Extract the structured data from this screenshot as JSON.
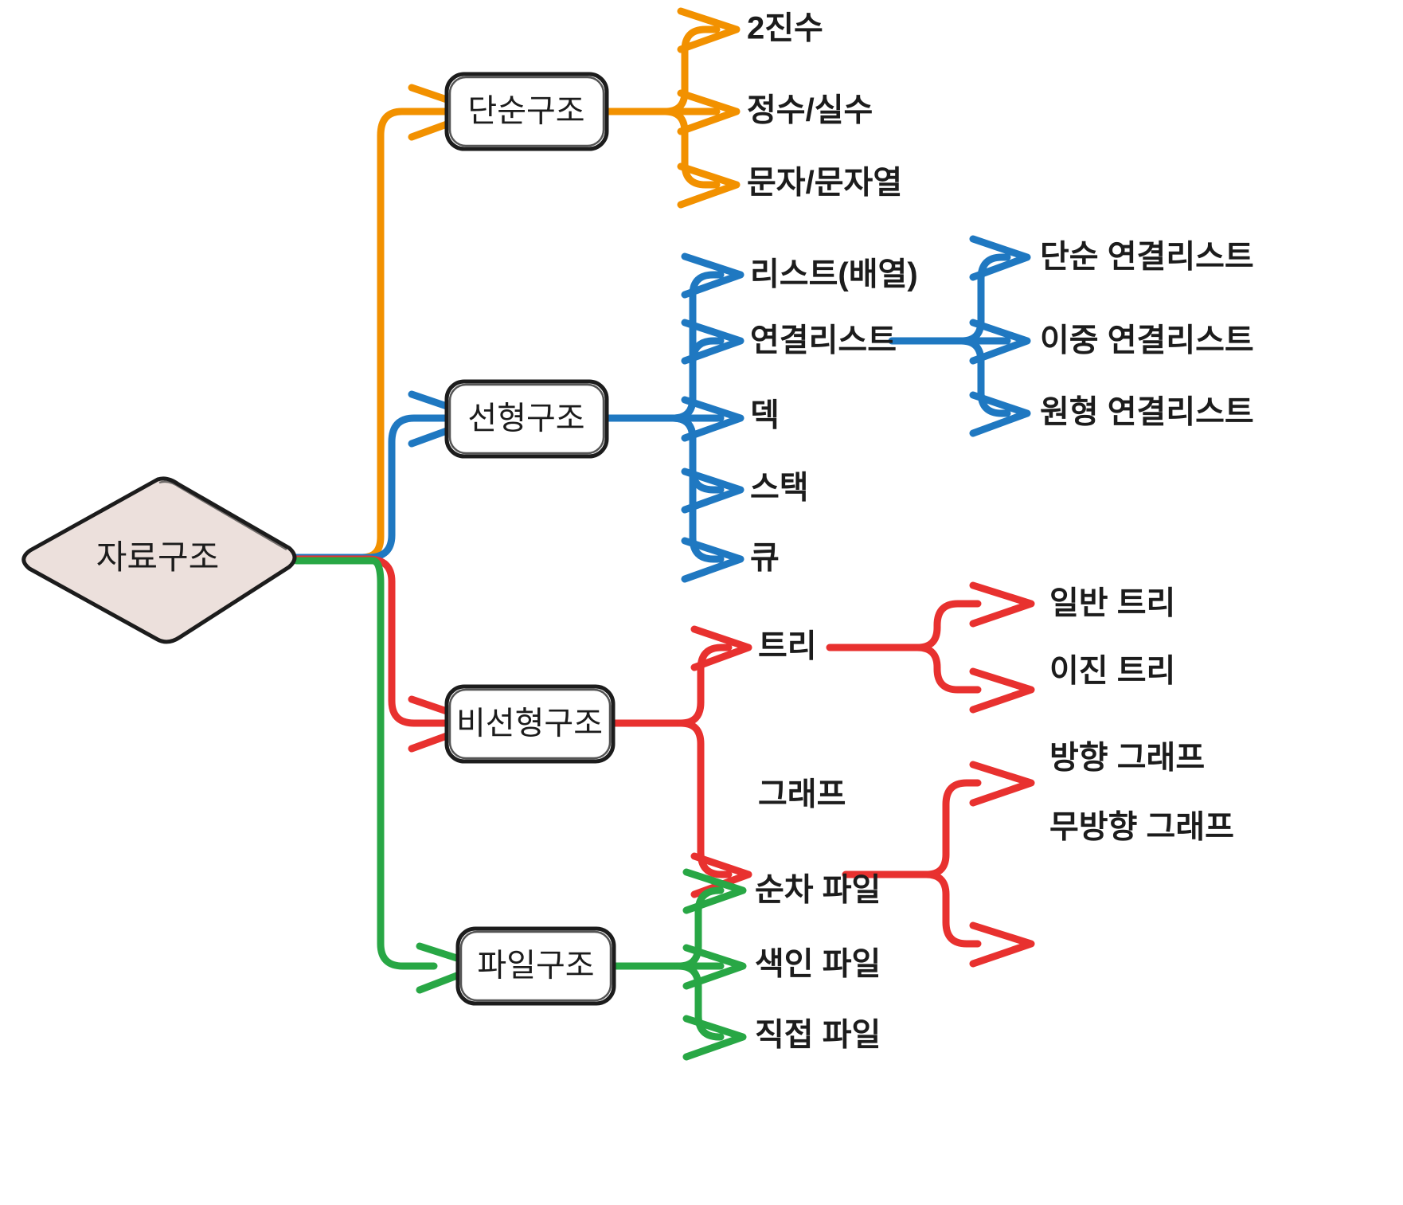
{
  "diagram": {
    "title": "자료구조",
    "type": "mindmap",
    "root": {
      "label": "자료구조",
      "shape": "diamond",
      "fill": "#ece0dc",
      "stroke": "#1c1c1c"
    },
    "branches": [
      {
        "id": "simple",
        "label": "단순구조",
        "color": "#f29100",
        "shape": "rounded-rect",
        "children": [
          {
            "label": "2진수",
            "children": []
          },
          {
            "label": "정수/실수",
            "children": []
          },
          {
            "label": "문자/문자열",
            "children": []
          }
        ]
      },
      {
        "id": "linear",
        "label": "선형구조",
        "color": "#1f78c1",
        "shape": "rounded-rect",
        "children": [
          {
            "label": "리스트(배열)",
            "children": []
          },
          {
            "label": "연결리스트",
            "children": [
              {
                "label": "단순 연결리스트"
              },
              {
                "label": "이중 연결리스트"
              },
              {
                "label": "원형 연결리스트"
              }
            ]
          },
          {
            "label": "덱",
            "children": []
          },
          {
            "label": "스택",
            "children": []
          },
          {
            "label": "큐",
            "children": []
          }
        ]
      },
      {
        "id": "nonlinear",
        "label": "비선형구조",
        "color": "#e8312f",
        "shape": "rounded-rect",
        "children": [
          {
            "label": "트리",
            "children": [
              {
                "label": "일반 트리"
              },
              {
                "label": "이진 트리"
              }
            ]
          },
          {
            "label": "그래프",
            "children": [
              {
                "label": "방향 그래프"
              },
              {
                "label": "무방향 그래프"
              }
            ]
          }
        ]
      },
      {
        "id": "file",
        "label": "파일구조",
        "color": "#28a745",
        "shape": "rounded-rect",
        "children": [
          {
            "label": "순차 파일",
            "children": []
          },
          {
            "label": "색인 파일",
            "children": []
          },
          {
            "label": "직접 파일",
            "children": []
          }
        ]
      }
    ]
  },
  "colors": {
    "orange": "#f29100",
    "blue": "#1f78c1",
    "red": "#e8312f",
    "green": "#28a745",
    "ink": "#1c1c1c",
    "root_fill": "#ece0dc",
    "background": "#ffffff"
  }
}
